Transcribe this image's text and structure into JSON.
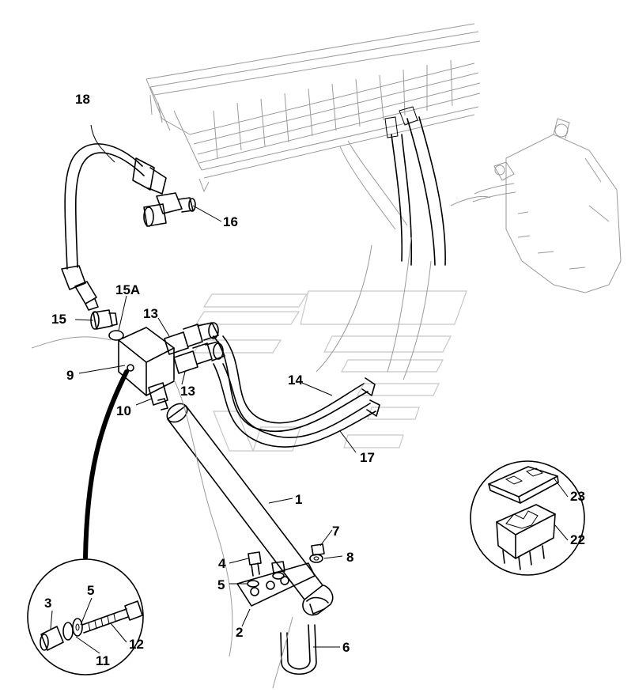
{
  "callouts": [
    {
      "id": "18",
      "text": "18"
    },
    {
      "id": "16",
      "text": "16"
    },
    {
      "id": "15A",
      "text": "15A"
    },
    {
      "id": "15",
      "text": "15"
    },
    {
      "id": "13a",
      "text": "13"
    },
    {
      "id": "13b",
      "text": "13"
    },
    {
      "id": "9",
      "text": "9"
    },
    {
      "id": "10",
      "text": "10"
    },
    {
      "id": "14",
      "text": "14"
    },
    {
      "id": "17",
      "text": "17"
    },
    {
      "id": "1",
      "text": "1"
    },
    {
      "id": "4",
      "text": "4"
    },
    {
      "id": "5a",
      "text": "5"
    },
    {
      "id": "2",
      "text": "2"
    },
    {
      "id": "7",
      "text": "7"
    },
    {
      "id": "8",
      "text": "8"
    },
    {
      "id": "6",
      "text": "6"
    },
    {
      "id": "3",
      "text": "3"
    },
    {
      "id": "5b",
      "text": "5"
    },
    {
      "id": "11",
      "text": "11"
    },
    {
      "id": "12",
      "text": "12"
    },
    {
      "id": "23",
      "text": "23"
    },
    {
      "id": "22",
      "text": "22"
    }
  ]
}
